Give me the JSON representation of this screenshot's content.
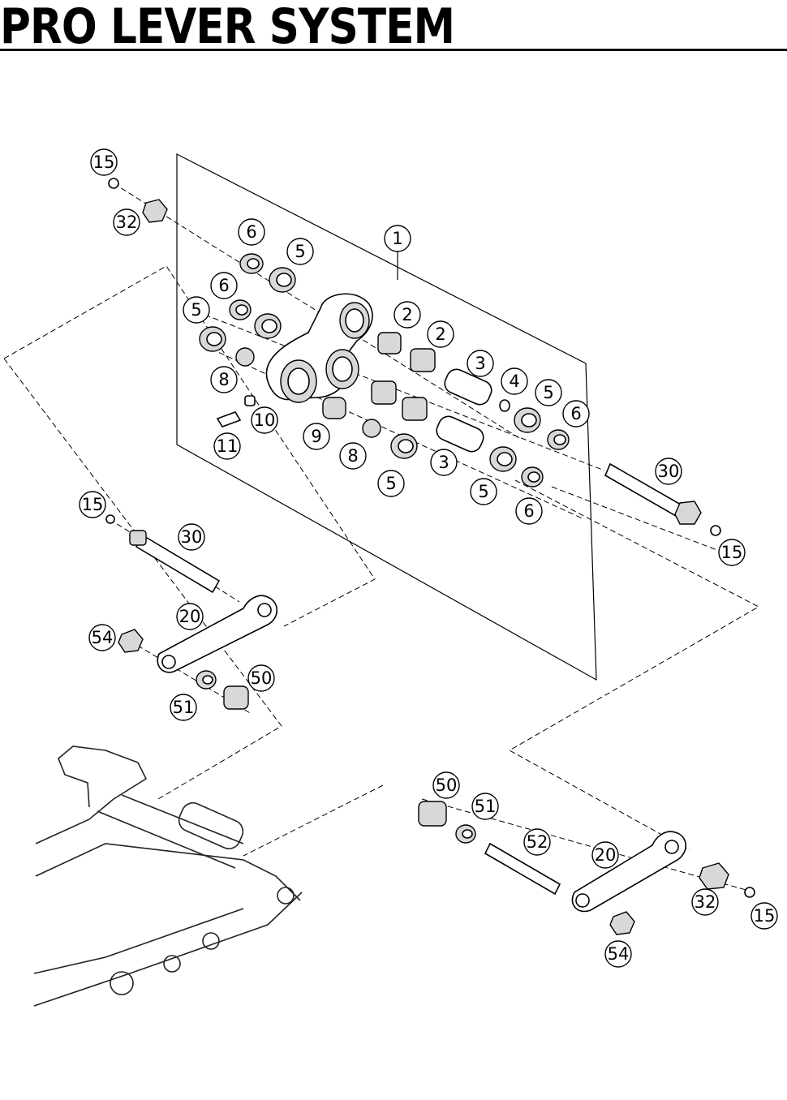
{
  "page": {
    "title": "PRO LEVER SYSTEM"
  },
  "parts": [
    {
      "key": "p15a",
      "label": "15"
    },
    {
      "key": "p32a",
      "label": "32"
    },
    {
      "key": "p6a",
      "label": "6"
    },
    {
      "key": "p5a",
      "label": "5"
    },
    {
      "key": "p1",
      "label": "1"
    },
    {
      "key": "p6b",
      "label": "6"
    },
    {
      "key": "p5b",
      "label": "5"
    },
    {
      "key": "p2a",
      "label": "2"
    },
    {
      "key": "p2b",
      "label": "2"
    },
    {
      "key": "p3a",
      "label": "3"
    },
    {
      "key": "p4",
      "label": "4"
    },
    {
      "key": "p5c",
      "label": "5"
    },
    {
      "key": "p6c",
      "label": "6"
    },
    {
      "key": "p8a",
      "label": "8"
    },
    {
      "key": "p10",
      "label": "10"
    },
    {
      "key": "p11",
      "label": "11"
    },
    {
      "key": "p9",
      "label": "9"
    },
    {
      "key": "p8b",
      "label": "8"
    },
    {
      "key": "p3b",
      "label": "3"
    },
    {
      "key": "p5d",
      "label": "5"
    },
    {
      "key": "p5e",
      "label": "5"
    },
    {
      "key": "p6d",
      "label": "6"
    },
    {
      "key": "p30a",
      "label": "30"
    },
    {
      "key": "p15b",
      "label": "15"
    },
    {
      "key": "p15c",
      "label": "15"
    },
    {
      "key": "p30b",
      "label": "30"
    },
    {
      "key": "p20a",
      "label": "20"
    },
    {
      "key": "p54a",
      "label": "54"
    },
    {
      "key": "p50a",
      "label": "50"
    },
    {
      "key": "p51a",
      "label": "51"
    },
    {
      "key": "p50b",
      "label": "50"
    },
    {
      "key": "p51b",
      "label": "51"
    },
    {
      "key": "p52",
      "label": "52"
    },
    {
      "key": "p20b",
      "label": "20"
    },
    {
      "key": "p32b",
      "label": "32"
    },
    {
      "key": "p15d",
      "label": "15"
    },
    {
      "key": "p54b",
      "label": "54"
    }
  ]
}
